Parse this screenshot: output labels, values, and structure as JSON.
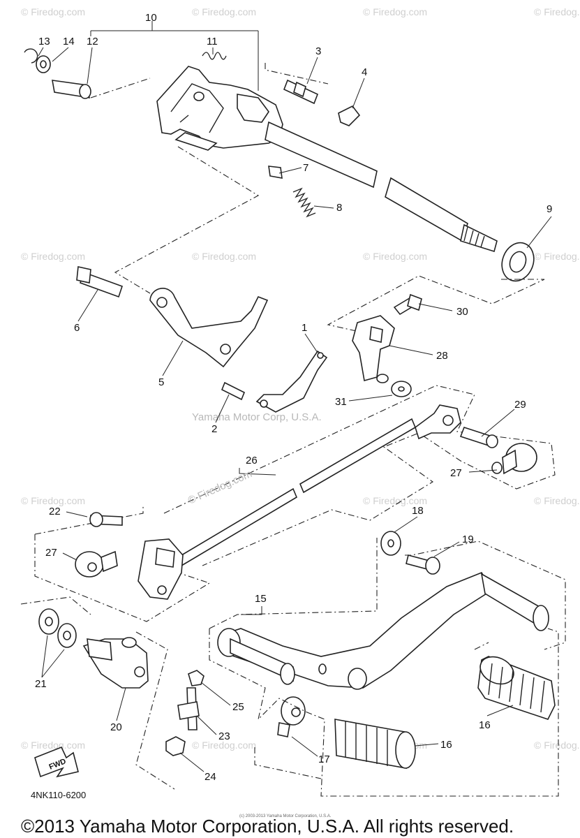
{
  "diagram": {
    "watermark_text": "© Firedog.com",
    "center_watermark": "Yamaha Motor Corp, U.S.A.",
    "banner_watermark": "© Firedog.com",
    "diagram_code": "4NK110-6200",
    "fwd_label": "FWD",
    "copyright": "©2013 Yamaha Motor Corporation, U.S.A. All rights reserved.",
    "fine_print": "(c) 2003-2013 Yamaha Motor Corporation, U.S.A.",
    "callouts": {
      "c1": "1",
      "c2": "2",
      "c3": "3",
      "c4": "4",
      "c5": "5",
      "c6": "6",
      "c7": "7",
      "c8": "8",
      "c9": "9",
      "c10": "10",
      "c11": "11",
      "c12": "12",
      "c13": "13",
      "c14": "14",
      "c15": "15",
      "c16a": "16",
      "c16b": "16",
      "c17": "17",
      "c18": "18",
      "c19": "19",
      "c20": "20",
      "c21": "21",
      "c22": "22",
      "c23": "23",
      "c24": "24",
      "c25": "25",
      "c26": "26",
      "c27a": "27",
      "c27b": "27",
      "c28": "28",
      "c29": "29",
      "c30": "30",
      "c31": "31"
    }
  }
}
